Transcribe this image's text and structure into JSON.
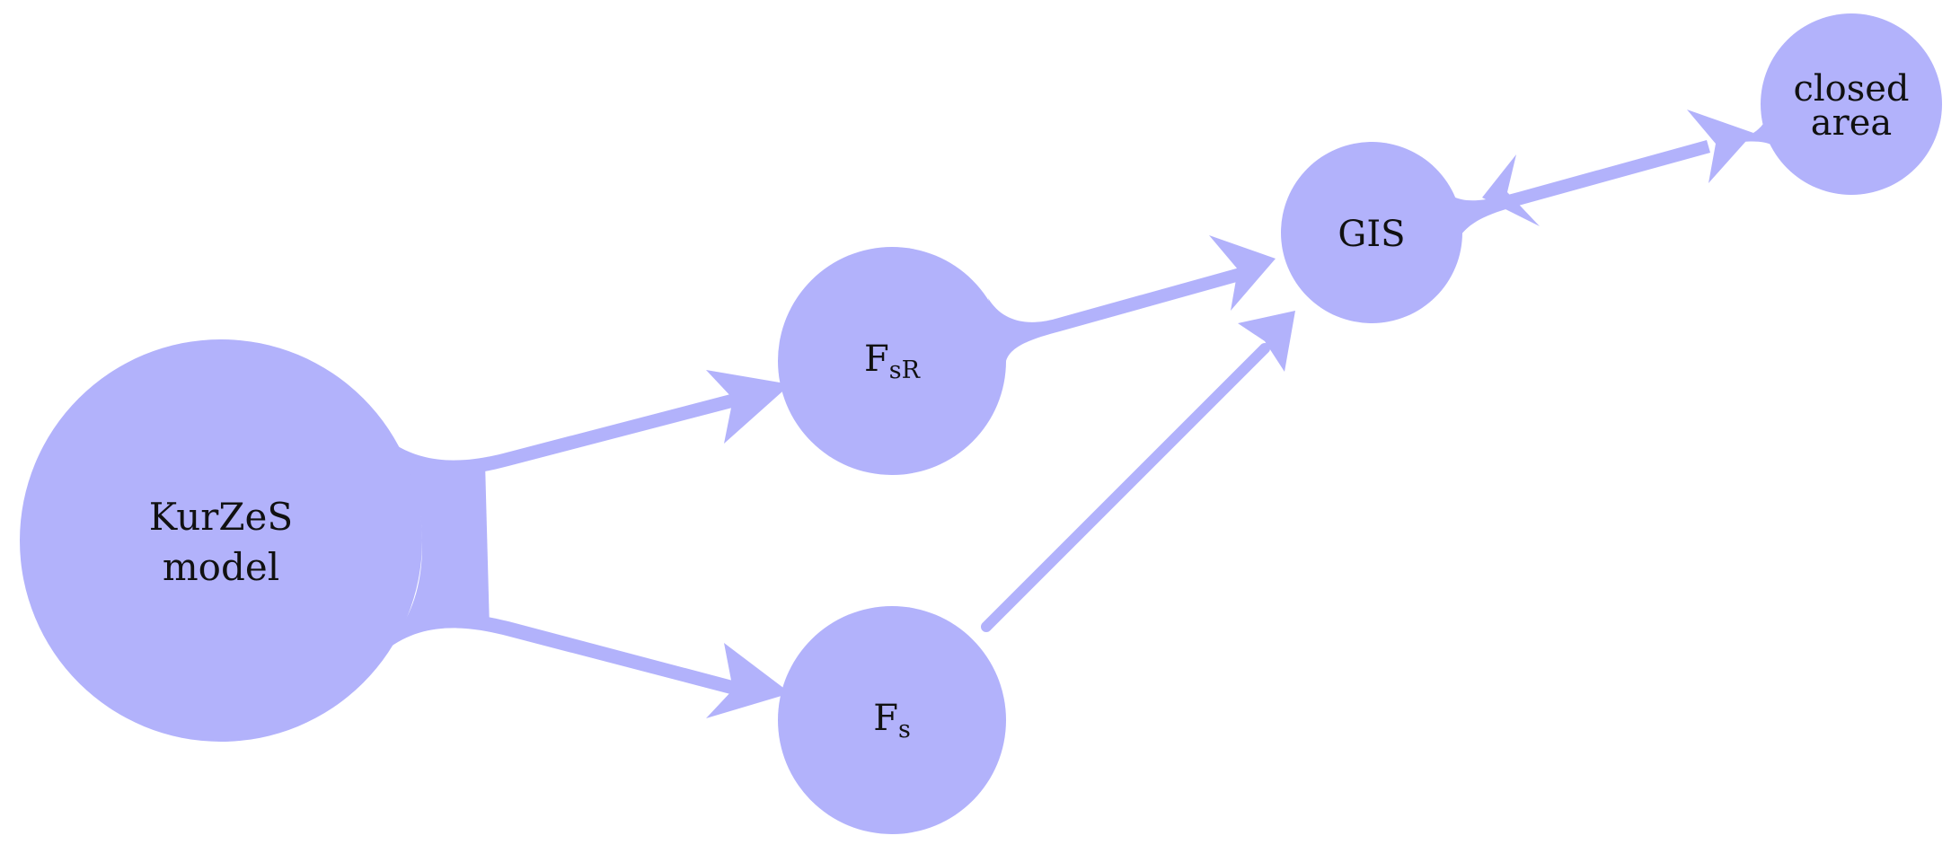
{
  "colors": {
    "node_fill": "#b2b2fb",
    "text": "#111111",
    "background": "#ffffff"
  },
  "nodes": {
    "kurzes": {
      "line1": "KurZeS",
      "line2": "model"
    },
    "fsr": {
      "main": "F",
      "sub": "sR"
    },
    "fs": {
      "main": "F",
      "sub": "s"
    },
    "gis": {
      "label": "GIS"
    },
    "closed_area": {
      "line1": "closed",
      "line2": "area"
    }
  },
  "edges": [
    {
      "from": "KurZeS model",
      "to": "FsR",
      "style": "arrow"
    },
    {
      "from": "KurZeS model",
      "to": "Fs",
      "style": "arrow"
    },
    {
      "from": "FsR",
      "to": "GIS",
      "style": "arrow"
    },
    {
      "from": "Fs",
      "to": "GIS",
      "style": "arrow"
    },
    {
      "from": "GIS",
      "to": "closed area",
      "style": "double-arrow"
    }
  ]
}
